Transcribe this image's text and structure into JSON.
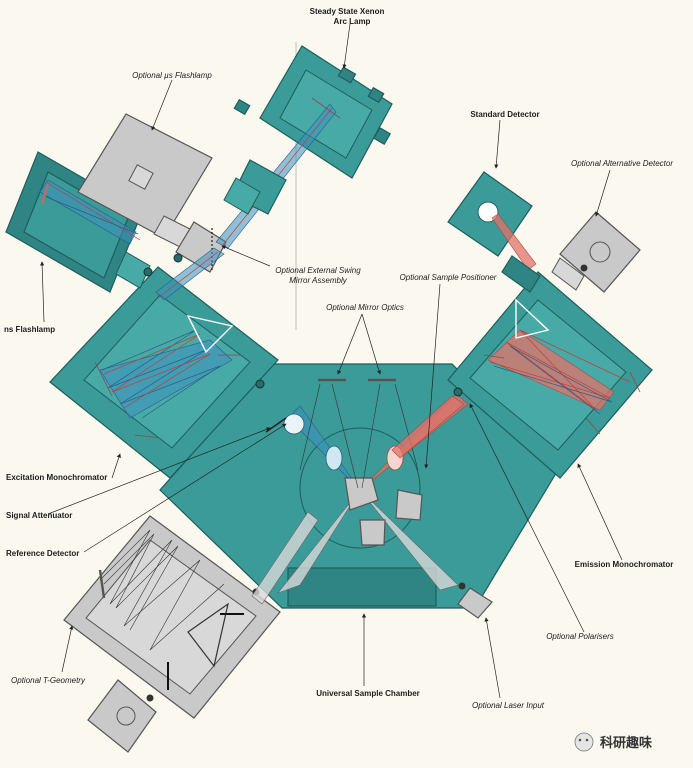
{
  "labels": {
    "xenon_lamp_line1": "Steady State Xenon",
    "xenon_lamp_line2": "Arc Lamp",
    "us_flashlamp": "Optional µs Flashlamp",
    "standard_detector": "Standard Detector",
    "alt_detector": "Optional Alternative Detector",
    "ns_flashlamp": "ns Flashlamp",
    "swing_mirror_line1": "Optional External Swing",
    "swing_mirror_line2": "Mirror Assembly",
    "sample_positioner": "Optional Sample Positioner",
    "mirror_optics": "Optional Mirror Optics",
    "excitation_mono": "Excitation Monochromator",
    "signal_attenuator": "Signal Attenuator",
    "reference_detector": "Reference Detector",
    "emission_mono": "Emission Monochromator",
    "polarisers": "Optional Polarisers",
    "t_geometry": "Optional T-Geometry",
    "sample_chamber": "Universal Sample Chamber",
    "laser_input": "Optional Laser Input"
  },
  "watermark": "科研趣味",
  "colors": {
    "teal": "#3a9b98",
    "grey": "#c9c9c9",
    "blue_beam": "#3d8fc0",
    "red_beam": "#e2736a",
    "background": "#fbf8ef"
  }
}
